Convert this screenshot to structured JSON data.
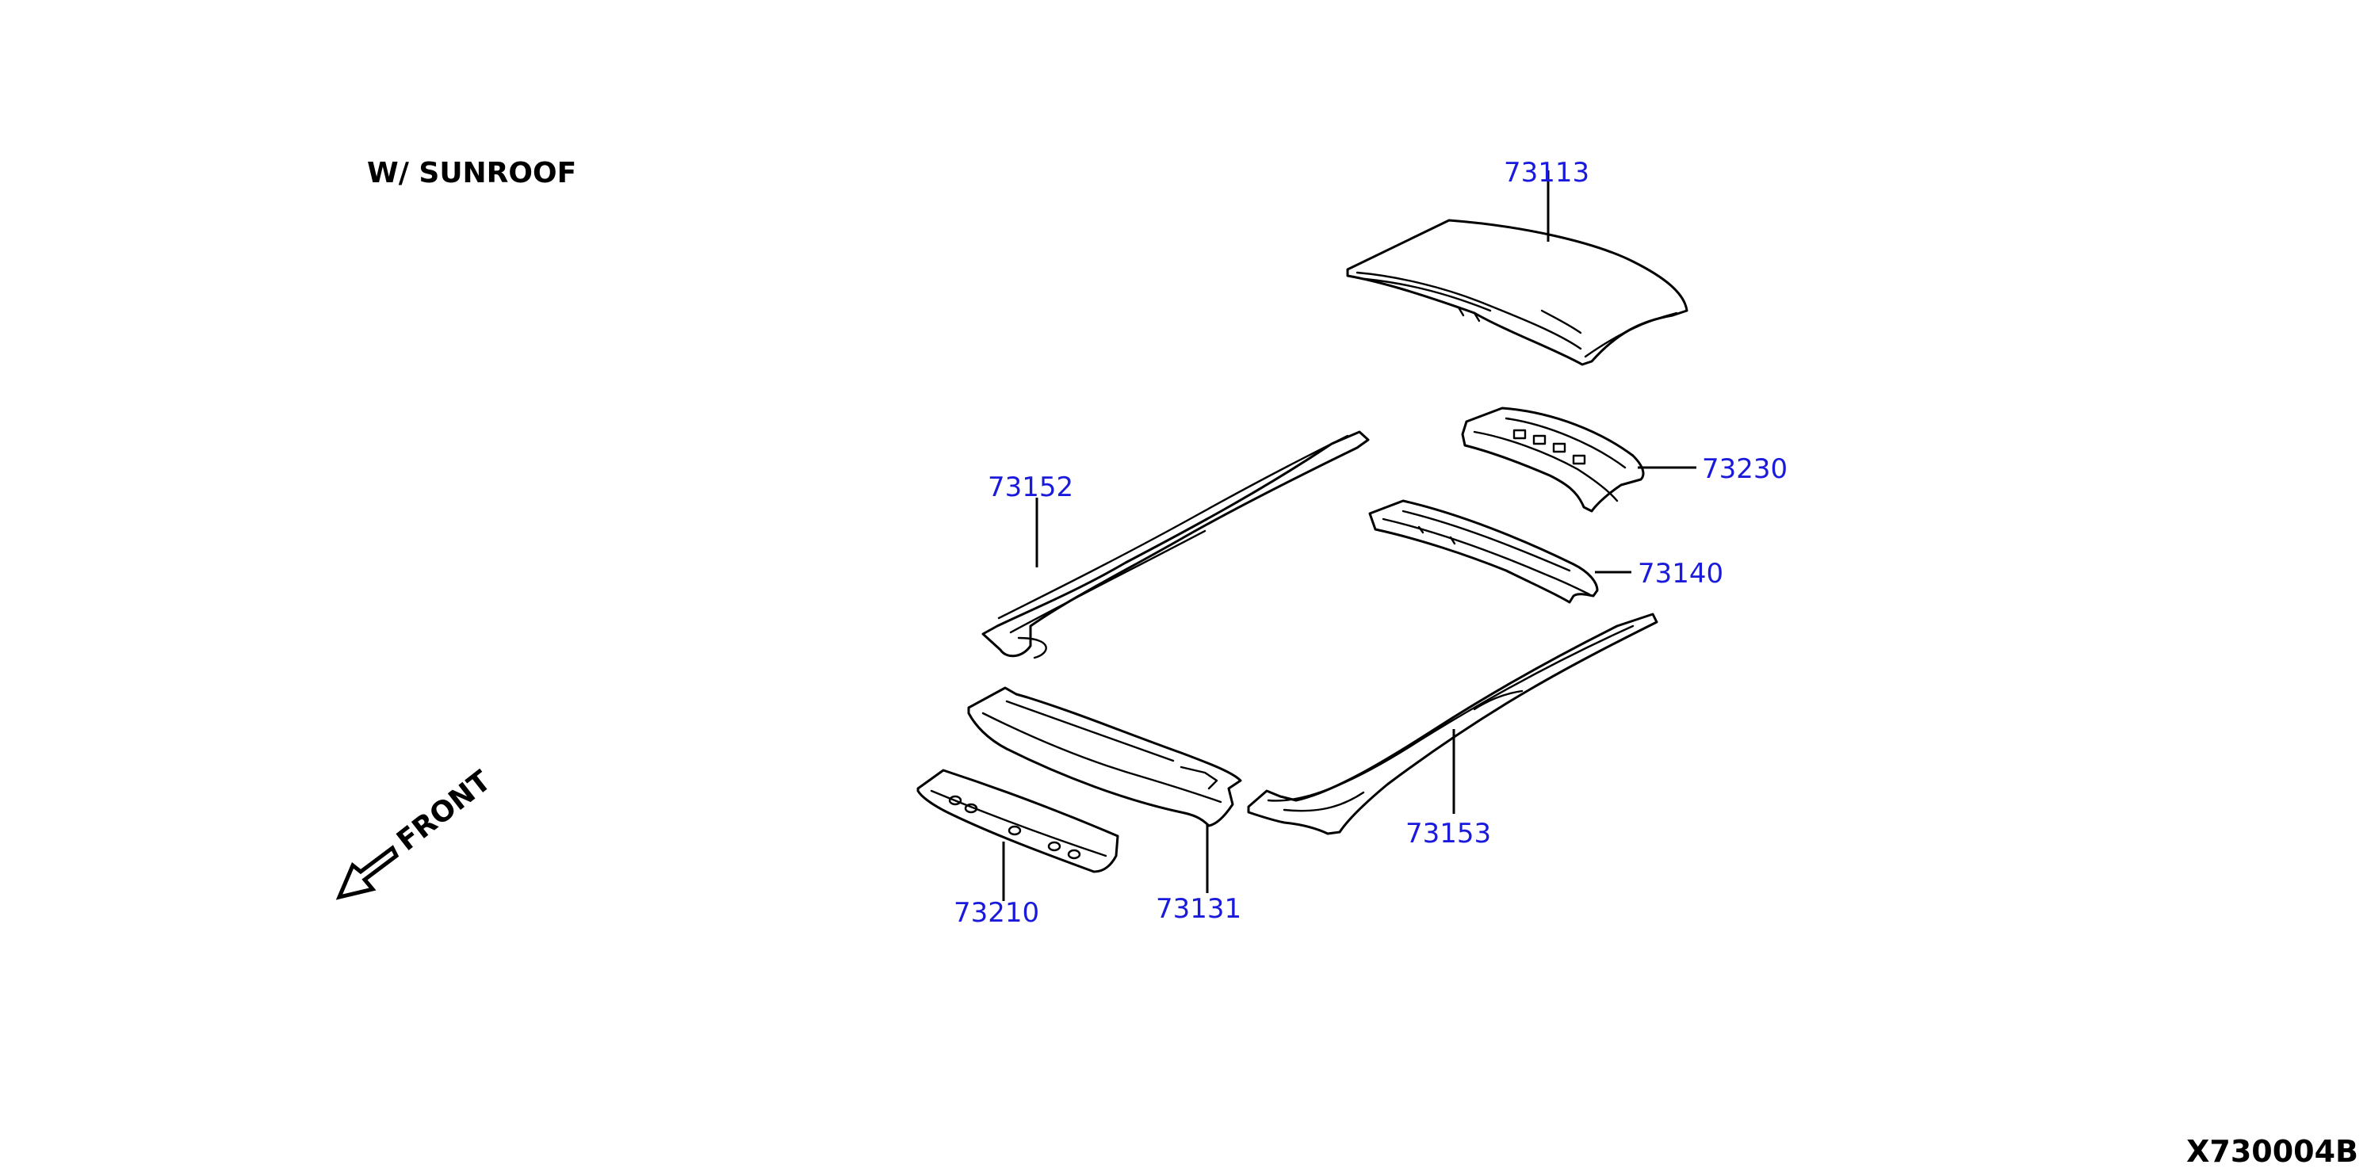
{
  "diagram": {
    "variant_label": "W/ SUNROOF",
    "direction_label": "FRONT",
    "drawing_code": "X730004B",
    "link_color": "#1a1adc",
    "parts": [
      {
        "id": "73113",
        "label": "73113"
      },
      {
        "id": "73230",
        "label": "73230"
      },
      {
        "id": "73152",
        "label": "73152"
      },
      {
        "id": "73140",
        "label": "73140"
      },
      {
        "id": "73153",
        "label": "73153"
      },
      {
        "id": "73131",
        "label": "73131"
      },
      {
        "id": "73210",
        "label": "73210"
      }
    ]
  }
}
